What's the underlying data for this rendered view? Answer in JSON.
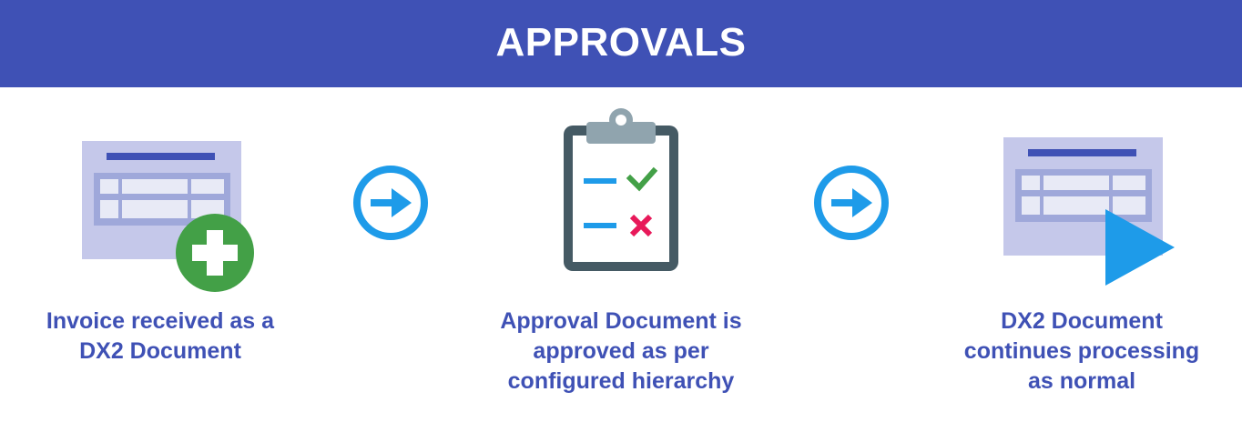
{
  "header": {
    "title": "APPROVALS"
  },
  "steps": [
    {
      "icon": "document-add-icon",
      "caption": "Invoice received as a\nDX2 Document"
    },
    {
      "icon": "clipboard-checklist-icon",
      "caption": "Approval Document is\napproved as per\nconfigured hierarchy"
    },
    {
      "icon": "document-play-icon",
      "caption": "DX2 Document\ncontinues processing\nas normal"
    }
  ],
  "connectors": [
    {
      "icon": "arrow-right-circle-icon"
    },
    {
      "icon": "arrow-right-circle-icon"
    }
  ],
  "colors": {
    "brand": "#3f51b5",
    "accent_blue": "#1e9be9",
    "green": "#43a047",
    "red": "#e8195a",
    "doc_fill": "#c5c8ea",
    "doc_table": "#9fa8da",
    "clipboard_frame": "#455a64",
    "clipboard_clip": "#90a4ae"
  }
}
